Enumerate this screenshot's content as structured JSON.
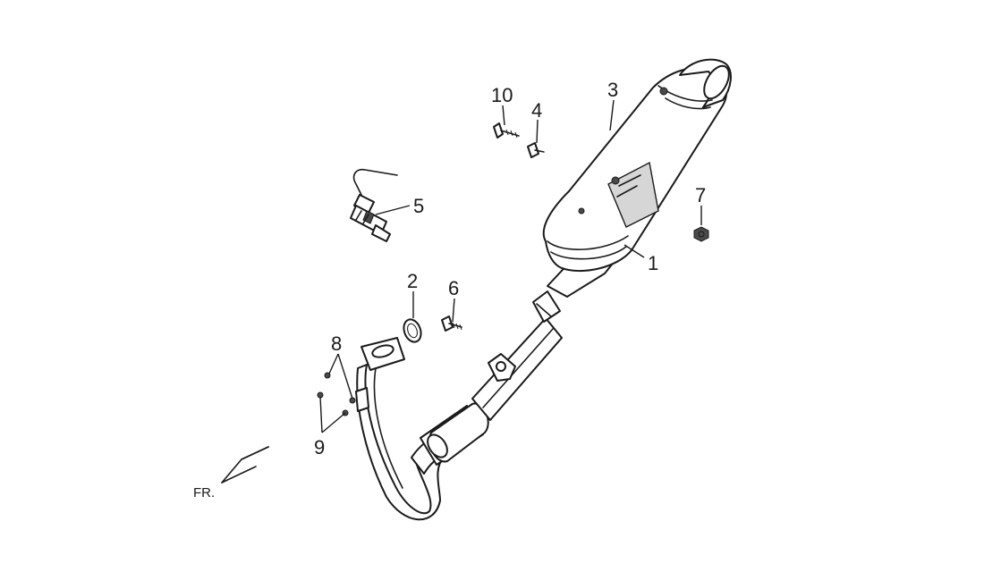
{
  "diagram": {
    "labels": {
      "p1": "1",
      "p2": "2",
      "p3": "3",
      "p4": "4",
      "p5": "5",
      "p6": "6",
      "p7": "7",
      "p8": "8",
      "p9": "9",
      "p10": "10"
    },
    "direction_label": "FR."
  },
  "colors": {
    "line": "#1a1a1a",
    "background": "#ffffff",
    "shading": "#d6d6d6"
  }
}
